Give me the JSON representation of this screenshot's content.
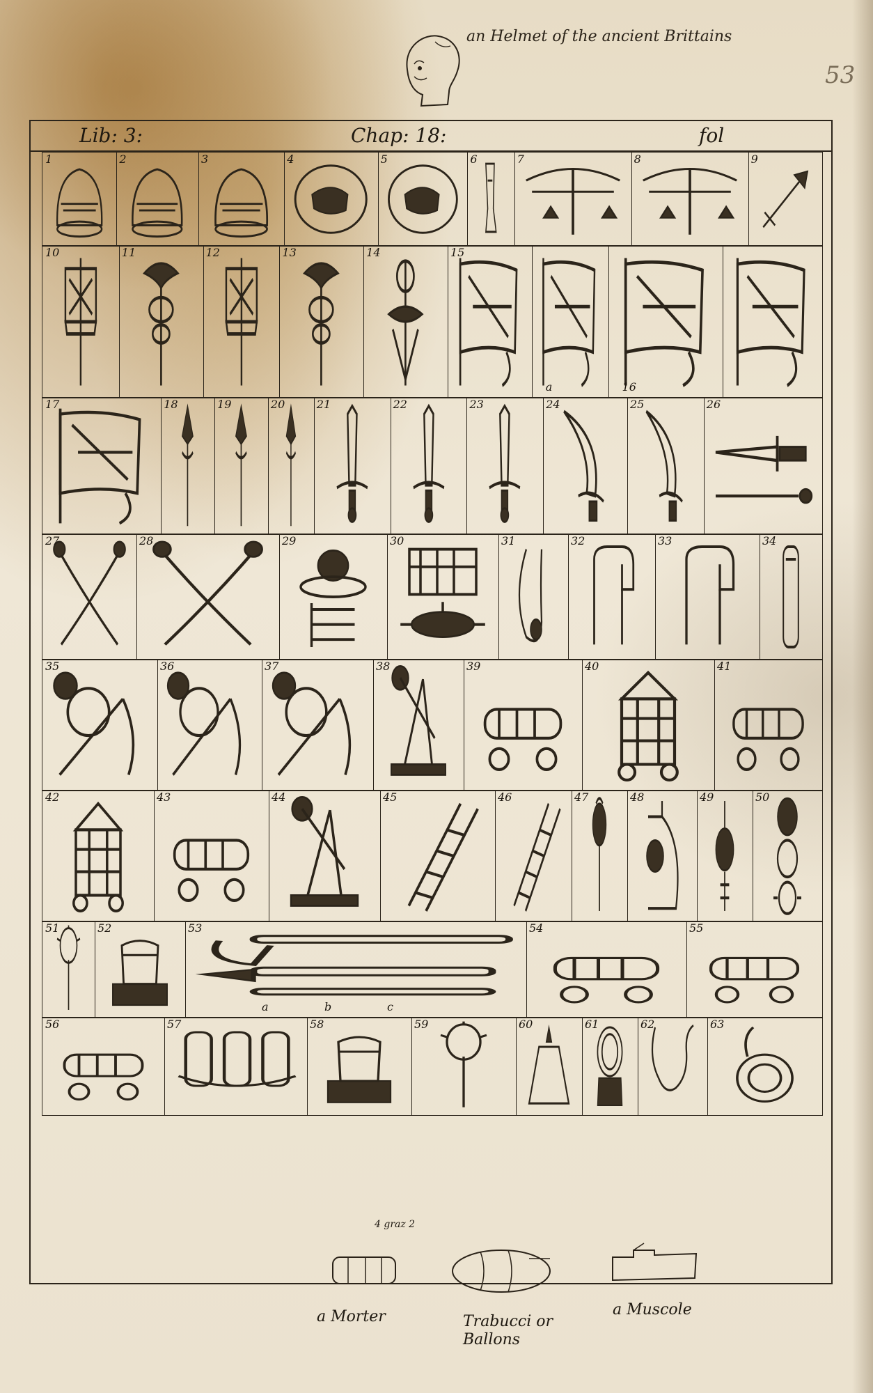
{
  "annotation_top": "an Helmet of the ancient Brittains",
  "folio_number": "53",
  "header": {
    "lib": "Lib: 3:",
    "chap": "Chap: 18:",
    "fol": "fol"
  },
  "rows": [
    {
      "cells": [
        {
          "num": "1",
          "icon": "helmet-icon"
        },
        {
          "num": "2",
          "icon": "helmet-icon"
        },
        {
          "num": "3",
          "icon": "helmet-icon"
        },
        {
          "num": "4",
          "icon": "gauntlet-icon"
        },
        {
          "num": "5",
          "icon": "gauntlet-icon"
        },
        {
          "num": "6",
          "icon": "greave-icon"
        },
        {
          "num": "7",
          "icon": "crossbow-icon"
        },
        {
          "num": "8",
          "icon": "crossbow-icon"
        },
        {
          "num": "9",
          "icon": "arrow-icon"
        }
      ]
    },
    {
      "cells": [
        {
          "num": "10",
          "icon": "standard-icon"
        },
        {
          "num": "11",
          "icon": "eagle-standard-icon"
        },
        {
          "num": "12",
          "icon": "standard-icon"
        },
        {
          "num": "13",
          "icon": "eagle-standard-icon"
        },
        {
          "num": "14",
          "icon": "fasces-icon"
        },
        {
          "num": "15",
          "icon": "banner-icon"
        },
        {
          "num": "",
          "icon": "banner-icon",
          "extra": "a"
        },
        {
          "num": "",
          "icon": "banner-icon",
          "extra": "16"
        },
        {
          "num": "",
          "icon": "banner-icon"
        }
      ]
    },
    {
      "cells": [
        {
          "num": "17",
          "icon": "banner-icon"
        },
        {
          "num": "18",
          "icon": "spear-icon"
        },
        {
          "num": "19",
          "icon": "spear-icon"
        },
        {
          "num": "20",
          "icon": "spear-icon"
        },
        {
          "num": "21",
          "icon": "sword-icon"
        },
        {
          "num": "22",
          "icon": "sword-icon"
        },
        {
          "num": "23",
          "icon": "sword-icon"
        },
        {
          "num": "24",
          "icon": "scimitar-icon"
        },
        {
          "num": "25",
          "icon": "scimitar-icon"
        },
        {
          "num": "26",
          "icon": "dagger-icon"
        }
      ]
    },
    {
      "cells": [
        {
          "num": "27",
          "icon": "crossed-swords-icon"
        },
        {
          "num": "28",
          "icon": "crossed-swords-icon"
        },
        {
          "num": "29",
          "icon": "caltrop-icon"
        },
        {
          "num": "30",
          "icon": "portcullis-icon"
        },
        {
          "num": "31",
          "icon": "sling-icon"
        },
        {
          "num": "32",
          "icon": "shackle-icon"
        },
        {
          "num": "33",
          "icon": "shackle-icon"
        },
        {
          "num": "34",
          "icon": "cylinder-icon"
        }
      ]
    },
    {
      "cells": [
        {
          "num": "35",
          "icon": "flail-icon"
        },
        {
          "num": "36",
          "icon": "flail-icon"
        },
        {
          "num": "37",
          "icon": "flail-icon"
        },
        {
          "num": "38",
          "icon": "catapult-icon"
        },
        {
          "num": "39",
          "icon": "cannon-icon"
        },
        {
          "num": "40",
          "icon": "siege-tower-icon"
        },
        {
          "num": "41",
          "icon": "cannon-icon"
        }
      ]
    },
    {
      "cells": [
        {
          "num": "42",
          "icon": "siege-tower-icon"
        },
        {
          "num": "43",
          "icon": "cannon-icon"
        },
        {
          "num": "44",
          "icon": "catapult-icon"
        },
        {
          "num": "45",
          "icon": "ladder-icon"
        },
        {
          "num": "46",
          "icon": "ladder-icon"
        },
        {
          "num": "47",
          "icon": "torch-icon"
        },
        {
          "num": "48",
          "icon": "lantern-icon"
        },
        {
          "num": "49",
          "icon": "grenade-icon"
        },
        {
          "num": "50",
          "icon": "bomb-icon"
        }
      ]
    },
    {
      "cells": [
        {
          "num": "51",
          "icon": "mace-icon"
        },
        {
          "num": "52",
          "icon": "mortar-icon"
        },
        {
          "num": "53",
          "icon": "musket-icon",
          "extra_a": "a",
          "extra_b": "b",
          "extra_c": "c"
        },
        {
          "num": "54",
          "icon": "cannon-icon"
        },
        {
          "num": "55",
          "icon": "cannon-icon"
        }
      ]
    },
    {
      "cells": [
        {
          "num": "56",
          "icon": "cannon-icon"
        },
        {
          "num": "57",
          "icon": "barrels-icon"
        },
        {
          "num": "58",
          "icon": "mortar-icon"
        },
        {
          "num": "59",
          "icon": "mace-icon"
        },
        {
          "num": "60",
          "icon": "bell-icon"
        },
        {
          "num": "61",
          "icon": "bracelet-icon"
        },
        {
          "num": "62",
          "icon": "chain-icon"
        },
        {
          "num": "63",
          "icon": "ring-icon"
        }
      ]
    }
  ],
  "mortar_scale_label": "4 graz 2",
  "bottom_notes": {
    "morter": "a Morter",
    "trabucci": "Trabucci or Ballons",
    "muscole": "a Muscole"
  }
}
